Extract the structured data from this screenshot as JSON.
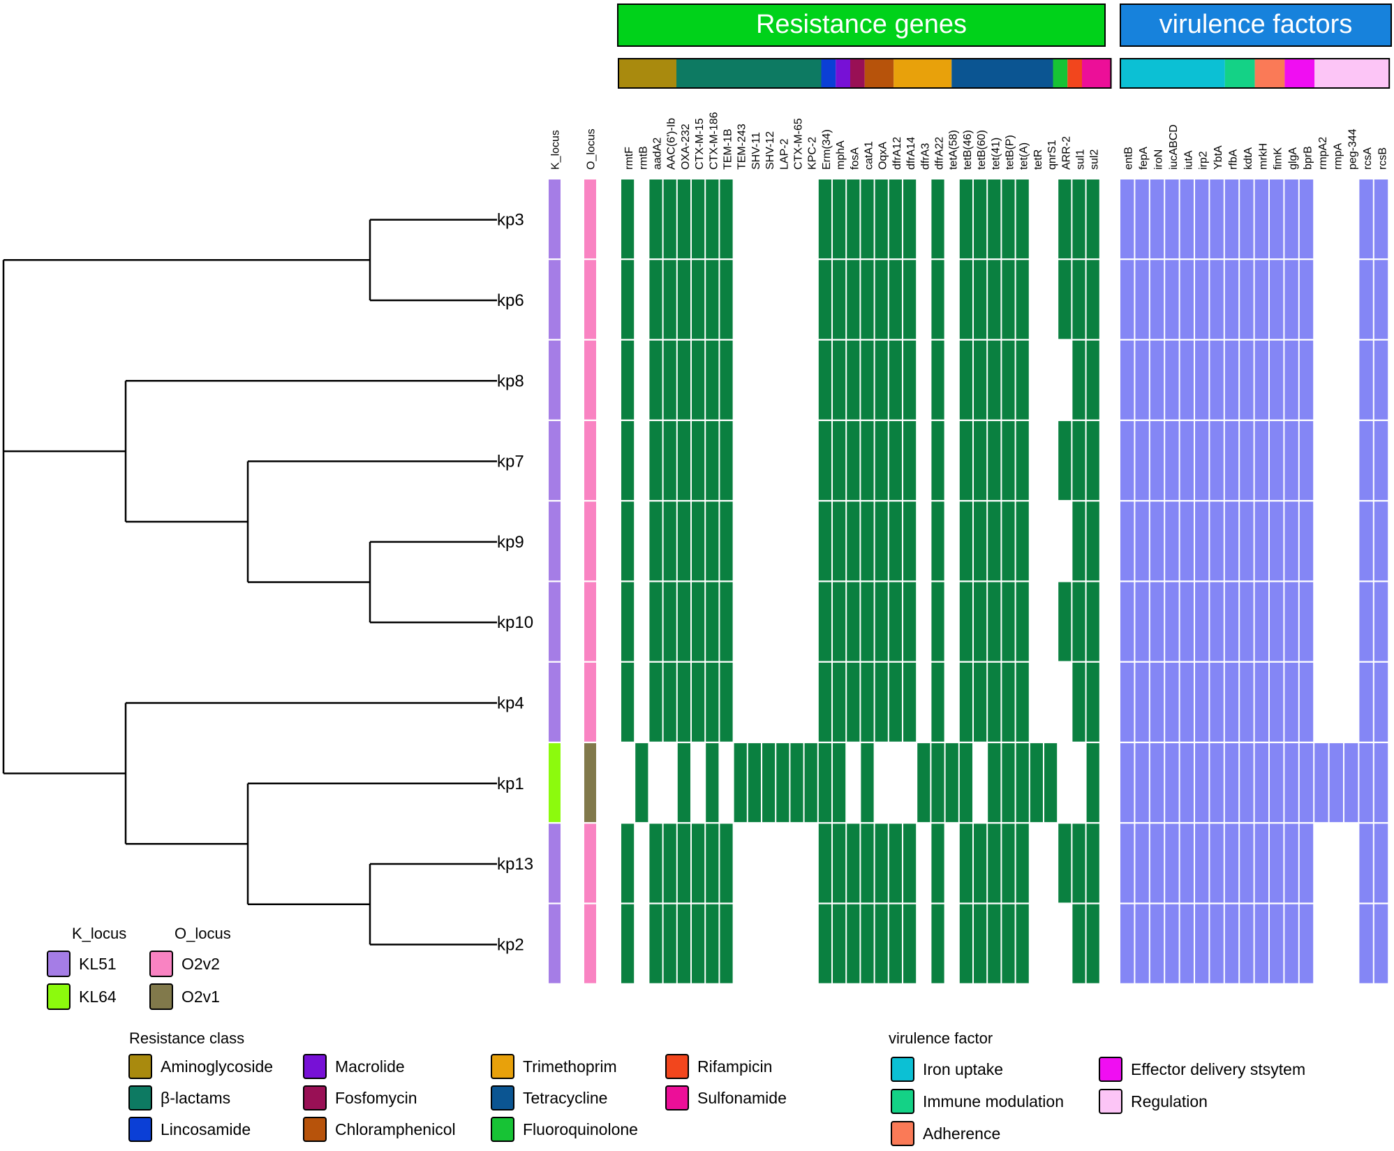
{
  "headers": {
    "resistance": {
      "label": "Resistance genes",
      "color": "#00d21a"
    },
    "virulence": {
      "label": "virulence factors",
      "color": "#1782dc"
    }
  },
  "locus_columns": [
    "K_locus",
    "O_locus"
  ],
  "resistance_genes": [
    "rmtF",
    "rmtB",
    "aadA2",
    "AAC(6')-Ib",
    "OXA-232",
    "CTX-M-15",
    "CTX-M-186",
    "TEM-1B",
    "TEM-243",
    "SHV-11",
    "SHV-12",
    "LAP-2",
    "CTX-M-65",
    "KPC-2",
    "Erm(34)",
    "mphA",
    "fosA",
    "catA1",
    "OqxA",
    "dfrA12",
    "dfrA14",
    "dfrA3",
    "dfrA22",
    "tetA(58)",
    "tetB(46)",
    "tetB(60)",
    "tet(41)",
    "tetB(P)",
    "tet(A)",
    "tetR",
    "qnrS1",
    "ARR-2",
    "sul1",
    "sul2"
  ],
  "virulence_genes": [
    "entB",
    "fepA",
    "iroN",
    "iucABCD",
    "iutA",
    "irp2",
    "YbtA",
    "rfbA",
    "kdtA",
    "mrkH",
    "fimK",
    "glgA",
    "bprB",
    "rmpA2",
    "rmpA",
    "peg-344",
    "rcsA",
    "rcsB"
  ],
  "resistance_class_bar": [
    {
      "class": "Aminoglycoside",
      "genes": 4
    },
    {
      "class": "β-lactams",
      "genes": 10
    },
    {
      "class": "Lincosamide",
      "genes": 1
    },
    {
      "class": "Macrolide",
      "genes": 1
    },
    {
      "class": "Fosfomycin",
      "genes": 1
    },
    {
      "class": "Chloramphenicol",
      "genes": 2
    },
    {
      "class": "Trimethoprim",
      "genes": 4
    },
    {
      "class": "Tetracycline",
      "genes": 7
    },
    {
      "class": "Fluoroquinolone",
      "genes": 1
    },
    {
      "class": "Rifampicin",
      "genes": 1
    },
    {
      "class": "Sulfonamide",
      "genes": 2
    }
  ],
  "virulence_class_bar": [
    {
      "class": "Iron uptake",
      "genes": 7
    },
    {
      "class": "Immune modulation",
      "genes": 2
    },
    {
      "class": "Adherence",
      "genes": 2
    },
    {
      "class": "Effector delivery stsytem",
      "genes": 2
    },
    {
      "class": "Regulation",
      "genes": 5
    }
  ],
  "class_colors": {
    "Aminoglycoside": "#a98a0e",
    "β-lactams": "#0d7a62",
    "Lincosamide": "#0b3fd6",
    "Macrolide": "#7711d6",
    "Fosfomycin": "#991055",
    "Chloramphenicol": "#b7530b",
    "Trimethoprim": "#e8a10b",
    "Tetracycline": "#0b5592",
    "Fluoroquinolone": "#17c335",
    "Rifampicin": "#f2461d",
    "Sulfonamide": "#ec0f98",
    "Iron uptake": "#0cc0d4",
    "Immune modulation": "#14d286",
    "Adherence": "#fa7a57",
    "Effector delivery stsytem": "#f00ef2",
    "Regulation": "#fcc5f6"
  },
  "cell_colors": {
    "resistance": "#0a8040",
    "virulence": "#8486f5"
  },
  "isolates": [
    {
      "name": "kp3",
      "K_locus": "KL51",
      "O_locus": "O2v2",
      "resistance": "1011111100000011111110101111100111",
      "virulence": "111111111111100011"
    },
    {
      "name": "kp6",
      "K_locus": "KL51",
      "O_locus": "O2v2",
      "resistance": "1011111100000011111110101111100111",
      "virulence": "111111111111100011"
    },
    {
      "name": "kp8",
      "K_locus": "KL51",
      "O_locus": "O2v2",
      "resistance": "1011111100000011111110101111100011",
      "virulence": "111111111111100011"
    },
    {
      "name": "kp7",
      "K_locus": "KL51",
      "O_locus": "O2v2",
      "resistance": "1011111100000011111110101111100111",
      "virulence": "111111111111100011"
    },
    {
      "name": "kp9",
      "K_locus": "KL51",
      "O_locus": "O2v2",
      "resistance": "1011111100000011111110101111100011",
      "virulence": "111111111111100011"
    },
    {
      "name": "kp10",
      "K_locus": "KL51",
      "O_locus": "O2v2",
      "resistance": "1011111100000011111110101111100111",
      "virulence": "111111111111100011"
    },
    {
      "name": "kp4",
      "K_locus": "KL51",
      "O_locus": "O2v2",
      "resistance": "1011111100000011111110101111100011",
      "virulence": "111111111111100011"
    },
    {
      "name": "kp1",
      "K_locus": "KL64",
      "O_locus": "O2v1",
      "resistance": "0100101011111111010001111011111001",
      "virulence": "111111111111111111"
    },
    {
      "name": "kp13",
      "K_locus": "KL51",
      "O_locus": "O2v2",
      "resistance": "1011111100000011111110101111100111",
      "virulence": "111111111111100011"
    },
    {
      "name": "kp2",
      "K_locus": "KL51",
      "O_locus": "O2v2",
      "resistance": "1011111100000011111110101111100011",
      "virulence": "111111111111100011"
    }
  ],
  "locus_legend": {
    "K_heading": "K_locus",
    "O_heading": "O_locus",
    "K_items": [
      {
        "label": "KL51",
        "color": "#a57de6"
      },
      {
        "label": "KL64",
        "color": "#8cfa0d"
      }
    ],
    "O_items": [
      {
        "label": "O2v2",
        "color": "#f983c2"
      },
      {
        "label": "O2v1",
        "color": "#81794b"
      }
    ]
  },
  "resistance_legend": {
    "heading": "Resistance class",
    "columns": [
      [
        "Aminoglycoside",
        "β-lactams",
        "Lincosamide"
      ],
      [
        "Macrolide",
        "Fosfomycin",
        "Chloramphenicol"
      ],
      [
        "Trimethoprim",
        "Tetracycline",
        "Fluoroquinolone"
      ],
      [
        "Rifampicin",
        "Sulfonamide"
      ]
    ]
  },
  "virulence_legend": {
    "heading": "virulence factor",
    "columns": [
      [
        "Iron uptake",
        "Immune modulation",
        "Adherence"
      ],
      [
        "Effector delivery stsytem",
        "Regulation"
      ]
    ]
  }
}
